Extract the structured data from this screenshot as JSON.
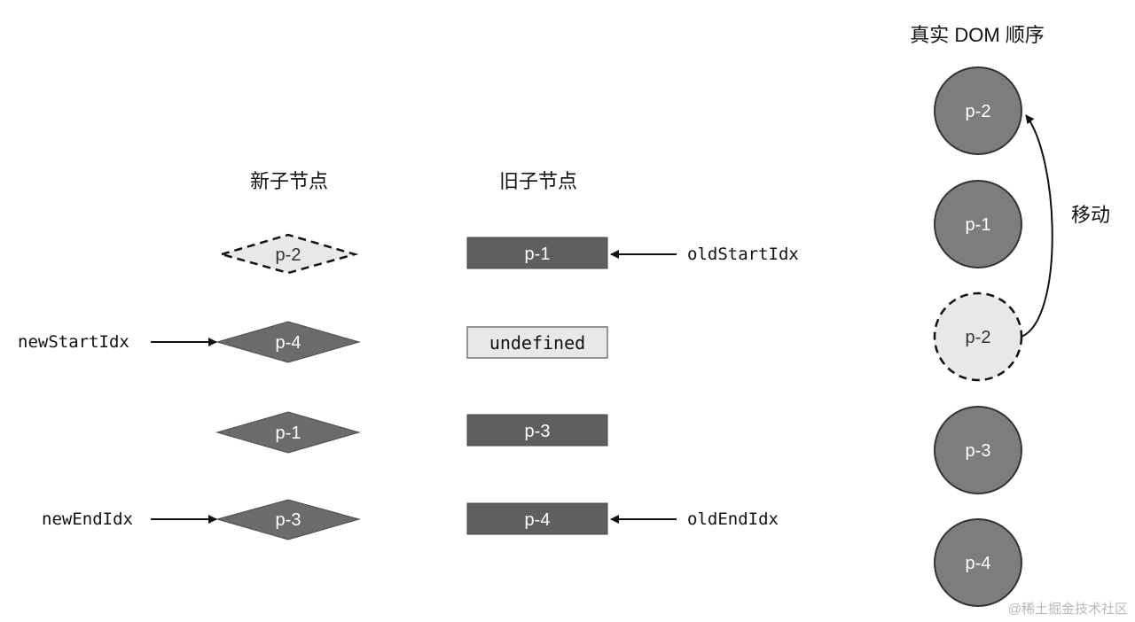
{
  "headings": {
    "new_children": "新子节点",
    "old_children": "旧子节点",
    "real_dom": "真实 DOM 顺序"
  },
  "new_children": [
    {
      "label": "p-2",
      "state": "processed"
    },
    {
      "label": "p-4",
      "state": "normal"
    },
    {
      "label": "p-1",
      "state": "normal"
    },
    {
      "label": "p-3",
      "state": "normal"
    }
  ],
  "old_children": [
    {
      "label": "p-1",
      "state": "normal"
    },
    {
      "label": "undefined",
      "state": "undefined"
    },
    {
      "label": "p-3",
      "state": "normal"
    },
    {
      "label": "p-4",
      "state": "normal"
    }
  ],
  "pointers": {
    "new_start": "newStartIdx",
    "new_end": "newEndIdx",
    "old_start": "oldStartIdx",
    "old_end": "oldEndIdx"
  },
  "real_dom": [
    {
      "label": "p-2",
      "state": "normal"
    },
    {
      "label": "p-1",
      "state": "normal"
    },
    {
      "label": "p-2",
      "state": "moved-from"
    },
    {
      "label": "p-3",
      "state": "normal"
    },
    {
      "label": "p-4",
      "state": "normal"
    }
  ],
  "move_label": "移动",
  "watermark": "@稀土掘金技术社区",
  "colors": {
    "node_fill": "#6b6b6b",
    "circle_fill": "#7d7d7d",
    "ghost_fill": "#e8e8e8",
    "stroke": "#333333"
  }
}
